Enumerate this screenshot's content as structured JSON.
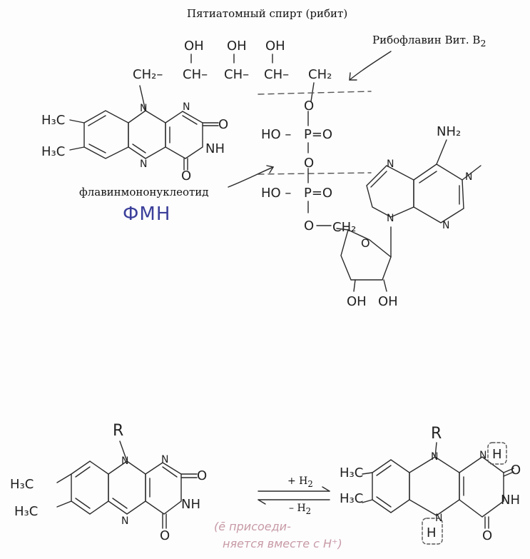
{
  "top": {
    "title": "Пятиатомный спирт (рибит)",
    "riboflavin_label": "Рибофлавин Вит. B",
    "riboflavin_sub": "2",
    "fmn_name": "флавинмононуклеотид",
    "fmn_abbr": "ФМН"
  },
  "structure_text": {
    "oh": "OH",
    "ch2": "CH₂–",
    "ch": "CH–",
    "ch2_end": "CH₂",
    "h3c": "H₃C",
    "n": "N",
    "o": "O",
    "nh": "NH",
    "nh2": "NH₂",
    "p_eq_o": "P=O",
    "ho": "HO –",
    "ch2_o": "CH₂",
    "r": "R",
    "h": "H"
  },
  "reaction": {
    "forward_label": "+ H",
    "forward_sub": "2",
    "reverse_label": "– H",
    "reverse_sub": "2",
    "note_line1": "(ē присоеди-",
    "note_line2": "няется вместе с H⁺)"
  },
  "colors": {
    "ink": "#2a2a2a",
    "ink_blue": "#3b3f9a",
    "note_pink": "#c79aa6",
    "dashed": "#555555"
  }
}
